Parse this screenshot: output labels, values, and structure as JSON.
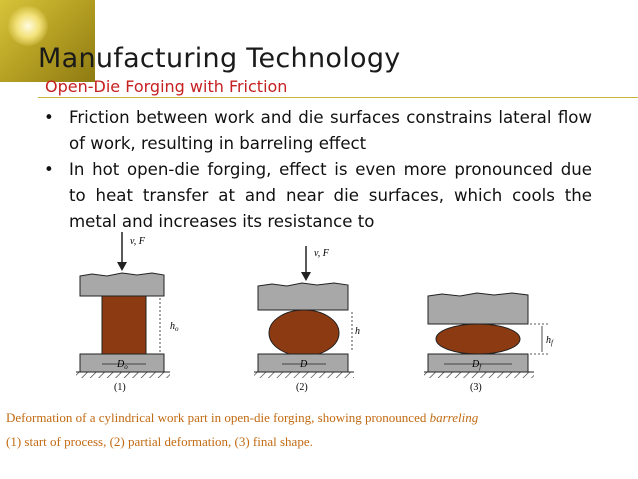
{
  "slide": {
    "title": "Manufacturing Technology",
    "subtitle": "Open-Die Forging with Friction",
    "bullets": [
      "Friction between work and die surfaces constrains lateral flow of work, resulting in barreling effect",
      "In hot open-die forging, effect is even more pronounced due to heat transfer at and near die surfaces, which cools the metal and increases its resistance to"
    ]
  },
  "figure": {
    "force_label_1": "v, F",
    "force_label_2": "v, F",
    "height_label_1": "h",
    "height_label_1_sub": "o",
    "height_label_2": "h",
    "height_label_3": "h",
    "height_label_3_sub": "f",
    "diameter_label_1": "D",
    "diameter_label_1_sub": "o",
    "diameter_label_2": "D",
    "diameter_label_3": "D",
    "diameter_label_3_sub": "f",
    "stage_1": "(1)",
    "stage_2": "(2)",
    "stage_3": "(3)"
  },
  "caption": {
    "line1_prefix": "Deformation of a cylindrical work part in open-die forging, showing pronounced ",
    "line1_italic": "barreling",
    "line2": "(1) start of process, (2) partial deformation, (3) final shape."
  },
  "colors": {
    "title": "#1a1a1a",
    "subtitle": "#c62020",
    "caption": "#c26a12",
    "die": "#a8a8a8",
    "workpiece": "#8b3a12",
    "accent": "#c9b73c"
  }
}
